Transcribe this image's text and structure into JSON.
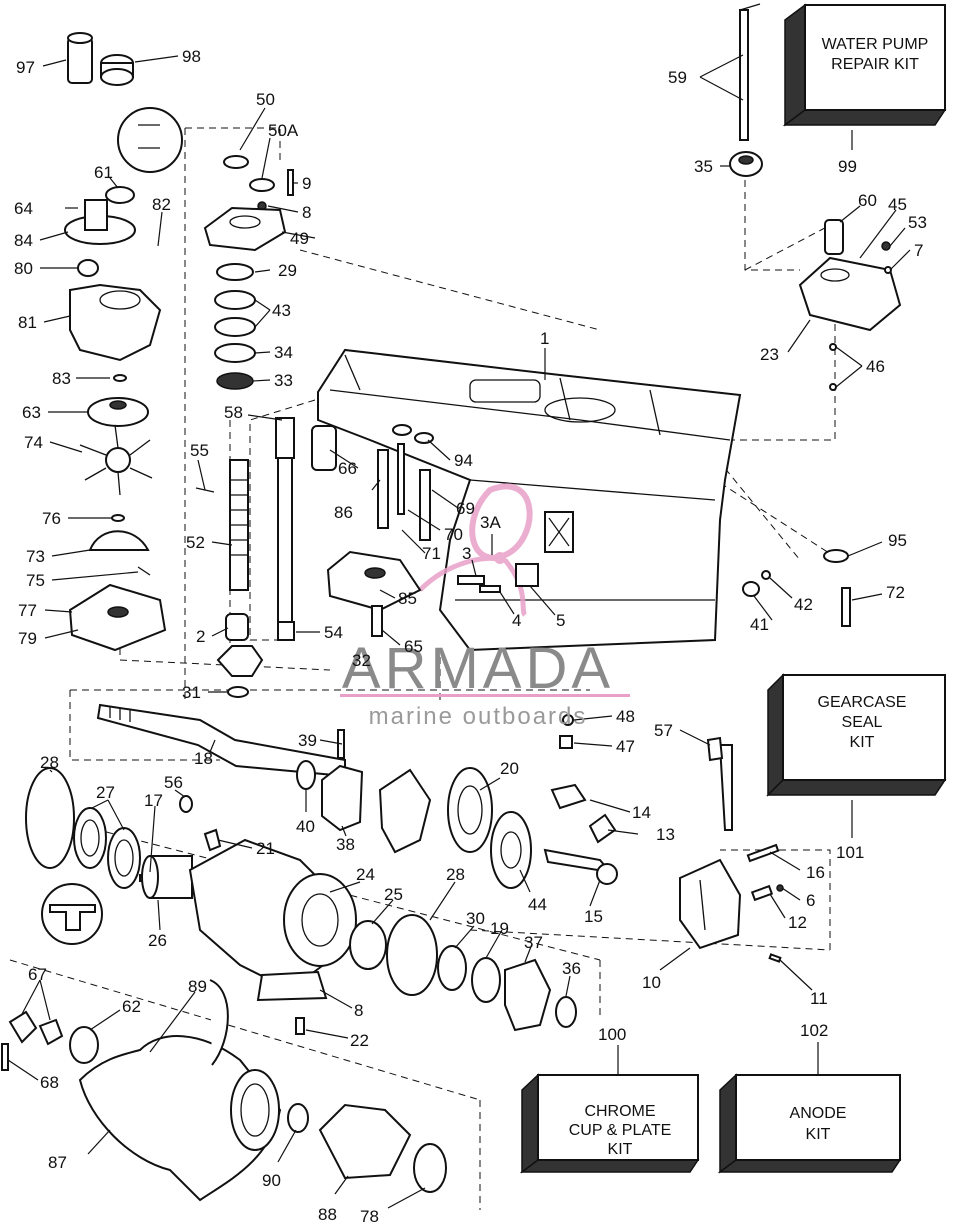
{
  "kits": {
    "water_pump": [
      "WATER PUMP",
      "REPAIR KIT"
    ],
    "gearcase_seal": [
      "GEARCASE",
      "SEAL",
      "KIT"
    ],
    "chrome_cup": [
      "CHROME",
      "CUP & PLATE",
      "KIT"
    ],
    "anode": [
      "ANODE",
      "KIT"
    ]
  },
  "kit_numbers": {
    "water_pump": "99",
    "gearcase_seal": "101",
    "chrome_cup": "100",
    "anode": "102"
  },
  "watermark": {
    "title": "ARMADA",
    "subtitle": "marine outboards",
    "accent": "#e8a0c8"
  },
  "labels": {
    "l97": "97",
    "l98": "98",
    "l50": "50",
    "l50a": "50A",
    "l9": "9",
    "l8a": "8",
    "l61": "61",
    "l64": "64",
    "l84": "84",
    "l82": "82",
    "l49": "49",
    "l80": "80",
    "l29": "29",
    "l81": "81",
    "l43": "43",
    "l34": "34",
    "l83": "83",
    "l33": "33",
    "l63": "63",
    "l58": "58",
    "l55": "55",
    "l74": "74",
    "l76": "76",
    "l52": "52",
    "l73": "73",
    "l75": "75",
    "l77": "77",
    "l79": "79",
    "l2": "2",
    "l54": "54",
    "l31": "31",
    "l32": "32",
    "l1": "1",
    "l66": "66",
    "l94": "94",
    "l86": "86",
    "l69": "69",
    "l70": "70",
    "l3a": "3A",
    "l71": "71",
    "l3": "3",
    "l85": "85",
    "l4": "4",
    "l5": "5",
    "l65": "65",
    "l59": "59",
    "l35": "35",
    "l60": "60",
    "l45": "45",
    "l53": "53",
    "l7": "7",
    "l23": "23",
    "l46": "46",
    "l95": "95",
    "l42": "42",
    "l72": "72",
    "l41": "41",
    "l48": "48",
    "l47": "47",
    "l57": "57",
    "l39": "39",
    "l18": "18",
    "l28a": "28",
    "l27": "27",
    "l17": "17",
    "l56": "56",
    "l40": "40",
    "l38": "38",
    "l20": "20",
    "l14": "14",
    "l21": "21",
    "l13": "13",
    "l16": "16",
    "l24": "24",
    "l26": "26",
    "l25": "25",
    "l28b": "28",
    "l44": "44",
    "l15": "15",
    "l6": "6",
    "l12": "12",
    "l30": "30",
    "l19": "19",
    "l37": "37",
    "l36": "36",
    "l10": "10",
    "l11": "11",
    "l67": "67",
    "l89": "89",
    "l62": "62",
    "l8b": "8",
    "l22": "22",
    "l68": "68",
    "l87": "87",
    "l90": "90",
    "l88": "88",
    "l78": "78"
  }
}
